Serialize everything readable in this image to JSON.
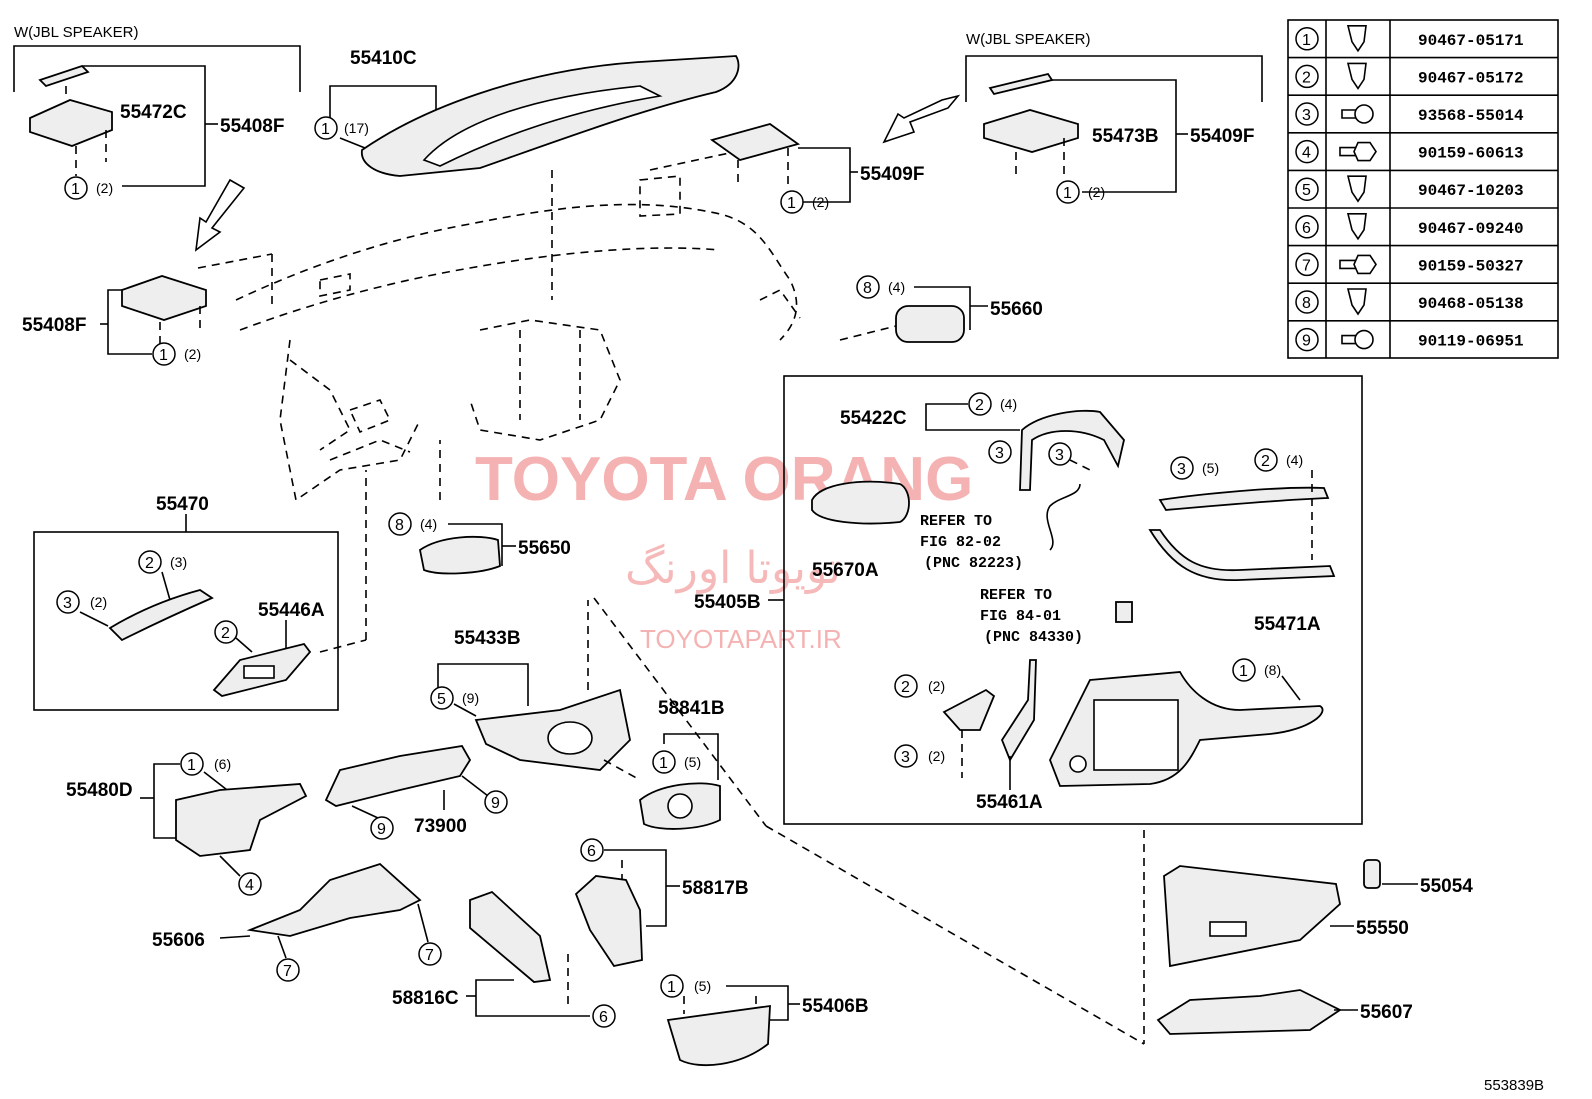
{
  "headers": {
    "jbl_left": "W(JBL SPEAKER)",
    "jbl_right": "W(JBL SPEAKER)"
  },
  "parts": {
    "p55410C": "55410C",
    "p55472C": "55472C",
    "p55408F_top": "55408F",
    "p55408F_left": "55408F",
    "p55409F_mid": "55409F",
    "p55473B": "55473B",
    "p55409F_right": "55409F",
    "p55660": "55660",
    "p55470": "55470",
    "p55446A": "55446A",
    "p55650": "55650",
    "p55422C": "55422C",
    "p55670A": "55670A",
    "p55405B": "55405B",
    "p55471A": "55471A",
    "p55433B": "55433B",
    "p58841B": "58841B",
    "p55480D": "55480D",
    "p73900": "73900",
    "p55461A": "55461A",
    "p55606": "55606",
    "p58817B": "58817B",
    "p55054": "55054",
    "p55550": "55550",
    "p58816C": "58816C",
    "p55406B": "55406B",
    "p55607": "55607"
  },
  "callouts": {
    "c_55410C": {
      "n": "1",
      "q": "(17)"
    },
    "c_55472C": {
      "n": "1",
      "q": "(2)"
    },
    "c_55408F": {
      "n": "1",
      "q": "(2)"
    },
    "c_55409F": {
      "n": "1",
      "q": "(2)"
    },
    "c_55473B": {
      "n": "1",
      "q": "(2)"
    },
    "c_55660": {
      "n": "8",
      "q": "(4)"
    },
    "c_55422C": {
      "n": "2",
      "q": "(4)"
    },
    "c_55422C_3a": {
      "n": "3",
      "q": ""
    },
    "c_55422C_3b": {
      "n": "3",
      "q": ""
    },
    "c_55471A_3": {
      "n": "3",
      "q": "(5)"
    },
    "c_55471A_2": {
      "n": "2",
      "q": "(4)"
    },
    "c_55470_2": {
      "n": "2",
      "q": "(3)"
    },
    "c_55470_3": {
      "n": "3",
      "q": "(2)"
    },
    "c_55446A": {
      "n": "2",
      "q": ""
    },
    "c_55650": {
      "n": "8",
      "q": "(4)"
    },
    "c_55433B": {
      "n": "5",
      "q": "(9)"
    },
    "c_58841B": {
      "n": "1",
      "q": "(5)"
    },
    "c_55480D": {
      "n": "1",
      "q": "(6)"
    },
    "c_73900_a": {
      "n": "9",
      "q": ""
    },
    "c_73900_b": {
      "n": "9",
      "q": ""
    },
    "c_55480D_4": {
      "n": "4",
      "q": ""
    },
    "c_55461A_2": {
      "n": "2",
      "q": "(2)"
    },
    "c_55461A_3": {
      "n": "3",
      "q": "(2)"
    },
    "c_55405B_1": {
      "n": "1",
      "q": "(8)"
    },
    "c_58817B": {
      "n": "6",
      "q": ""
    },
    "c_55606_a": {
      "n": "7",
      "q": ""
    },
    "c_55606_b": {
      "n": "7",
      "q": ""
    },
    "c_58816C": {
      "n": "6",
      "q": ""
    },
    "c_55406B": {
      "n": "1",
      "q": "(5)"
    }
  },
  "refers": {
    "r1_l1": "REFER TO",
    "r1_l2": "FIG 82-02",
    "r1_l3": "(PNC 82223)",
    "r2_l1": "REFER TO",
    "r2_l2": "FIG 84-01",
    "r2_l3": "(PNC 84330)"
  },
  "fastener_table": [
    {
      "no": "1",
      "icon": "clip-icon",
      "part": "90467-05171"
    },
    {
      "no": "2",
      "icon": "clip-icon",
      "part": "90467-05172"
    },
    {
      "no": "3",
      "icon": "screw-icon",
      "part": "93568-55014"
    },
    {
      "no": "4",
      "icon": "bolt-icon",
      "part": "90159-60613"
    },
    {
      "no": "5",
      "icon": "clip-icon",
      "part": "90467-10203"
    },
    {
      "no": "6",
      "icon": "clip-icon",
      "part": "90467-09240"
    },
    {
      "no": "7",
      "icon": "bolt-icon",
      "part": "90159-50327"
    },
    {
      "no": "8",
      "icon": "clip-icon",
      "part": "90468-05138"
    },
    {
      "no": "9",
      "icon": "screw-icon",
      "part": "90119-06951"
    }
  ],
  "watermark": {
    "line1": "TOYOTA ORANG",
    "line2": "تویوتا اورنگ",
    "line3": "TOYOTAPART.IR"
  },
  "footer": {
    "code": "553839B"
  }
}
